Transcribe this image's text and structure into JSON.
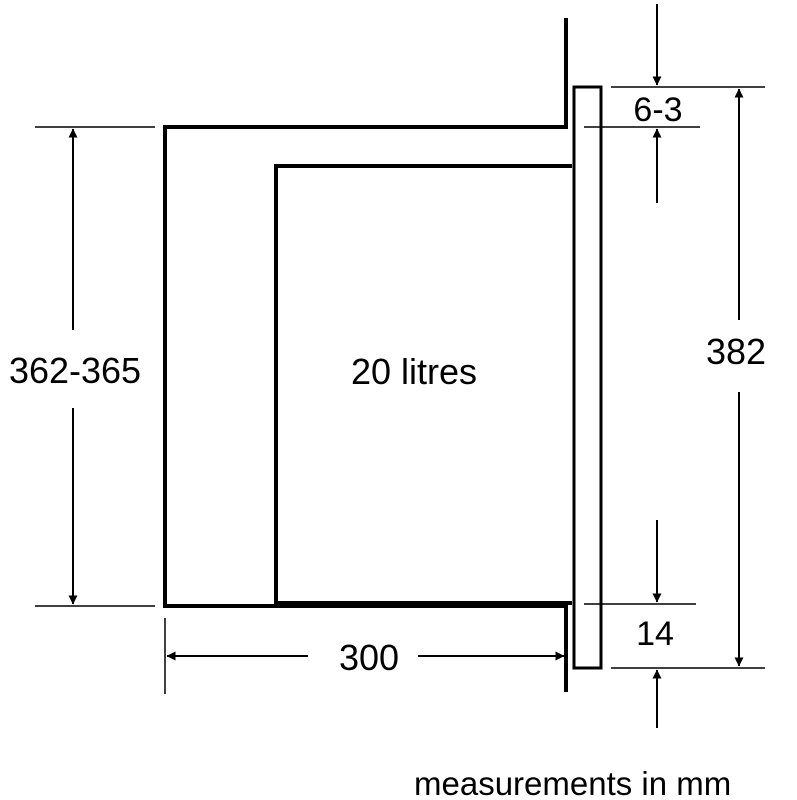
{
  "diagram": {
    "label_volume": "20 litres",
    "dim_height_cavity": "362-365",
    "dim_height_front": "382",
    "dim_depth": "300",
    "dim_top_gap": "6-3",
    "dim_bottom_gap": "14",
    "caption": "measurements in mm",
    "line_color": "#000000"
  }
}
